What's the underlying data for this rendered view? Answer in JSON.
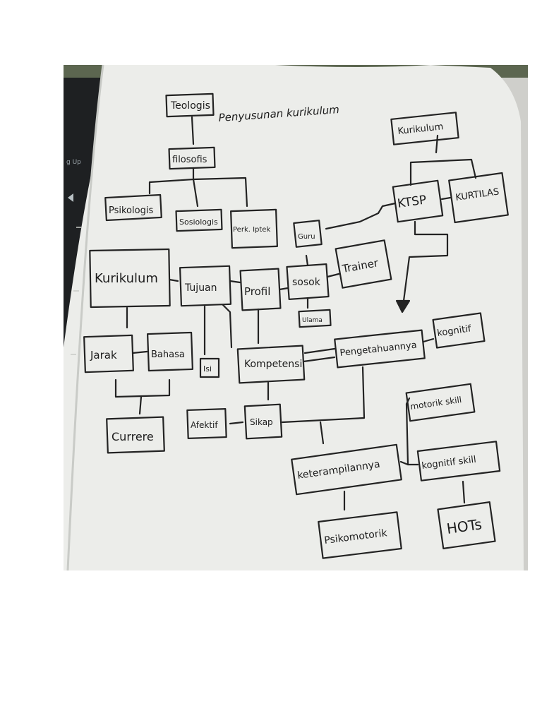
{
  "photo": {
    "title": "Penyusunan kurikulum",
    "device_text": "g Up",
    "nodes": {
      "teologis": "Teologis",
      "filosofis": "filosofis",
      "psikologis": "Psikologis",
      "sosiologis": "Sosiologis",
      "perk_iptek": "Perk. Iptek",
      "kurikulum_main": "Kurikulum",
      "tujuan": "Tujuan",
      "profil": "Profil",
      "jarak": "Jarak",
      "bahasa": "Bahasa",
      "isi": "Isi",
      "currere": "Currere",
      "kompetensi": "Kompetensi",
      "afektif": "Afektif",
      "sikap": "Sikap",
      "guru": "Guru",
      "sosok": "sosok",
      "ulama": "Ulama",
      "trainer": "Trainer",
      "kurikulum_top": "Kurikulum",
      "ktsp": "KTSP",
      "kurtilas": "KURTILAS",
      "pengetahuannya": "Pengetahuannya",
      "kognitif": "kognitif",
      "motorik_skill": "motorik skill",
      "kognitif_skill": "kognitif skill",
      "keterampilannya": "keterampilannya",
      "psikomotorik": "Psikomotorik",
      "hots": "HOTs"
    }
  }
}
